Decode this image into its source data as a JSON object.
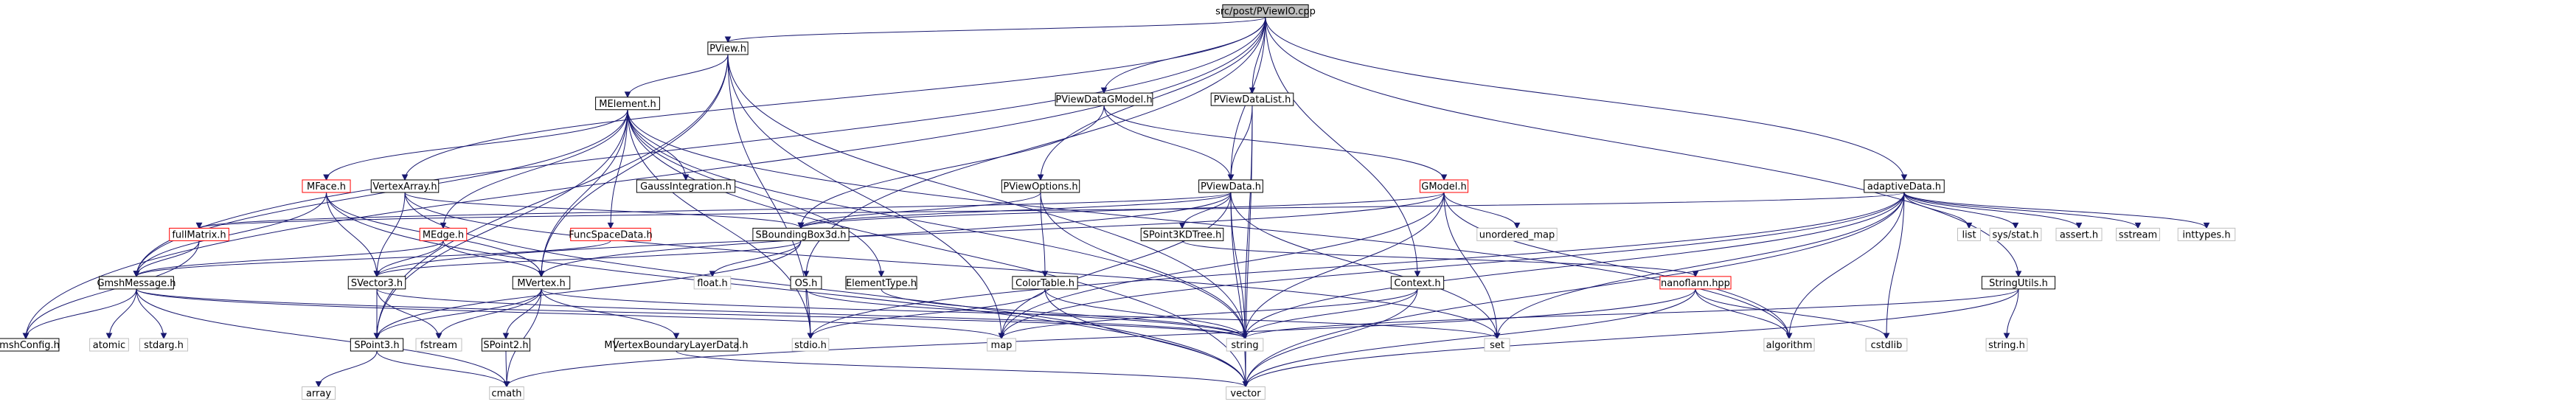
{
  "graph": {
    "colors": {
      "edge": "#191970",
      "root_fill": "#bfbfbf",
      "root_border": "#000000",
      "normal_fill": "#ffffff",
      "normal_border": "#000000",
      "missing_border": "#bfbfbf",
      "red_border": "#ff0000"
    },
    "nodes": [
      {
        "id": "root",
        "label": "src/post/PViewIO.cpp",
        "style": "root"
      },
      {
        "id": "pview",
        "label": "PView.h",
        "style": "normal"
      },
      {
        "id": "pviewgmodel",
        "label": "PViewDataGModel.h",
        "style": "normal"
      },
      {
        "id": "pviewdatalist",
        "label": "PViewDataList.h",
        "style": "normal"
      },
      {
        "id": "adaptivedata",
        "label": "adaptiveData.h",
        "style": "normal"
      },
      {
        "id": "melement",
        "label": "MElement.h",
        "style": "normal"
      },
      {
        "id": "mface",
        "label": "MFace.h",
        "style": "red"
      },
      {
        "id": "vertexarray",
        "label": "VertexArray.h",
        "style": "normal"
      },
      {
        "id": "gaussint",
        "label": "GaussIntegration.h",
        "style": "normal"
      },
      {
        "id": "pviewoptions",
        "label": "PViewOptions.h",
        "style": "normal"
      },
      {
        "id": "pviewdata",
        "label": "PViewData.h",
        "style": "normal"
      },
      {
        "id": "gmodel",
        "label": "GModel.h",
        "style": "red"
      },
      {
        "id": "fullmatrix",
        "label": "fullMatrix.h",
        "style": "red"
      },
      {
        "id": "medge",
        "label": "MEdge.h",
        "style": "red"
      },
      {
        "id": "funcspace",
        "label": "FuncSpaceData.h",
        "style": "red"
      },
      {
        "id": "sbbox",
        "label": "SBoundingBox3d.h",
        "style": "normal"
      },
      {
        "id": "spoint3kd",
        "label": "SPoint3KDTree.h",
        "style": "normal"
      },
      {
        "id": "unordered",
        "label": "unordered_map",
        "style": "missing"
      },
      {
        "id": "list",
        "label": "list",
        "style": "missing"
      },
      {
        "id": "sysstat",
        "label": "sys/stat.h",
        "style": "missing"
      },
      {
        "id": "asserth",
        "label": "assert.h",
        "style": "missing"
      },
      {
        "id": "sstream",
        "label": "sstream",
        "style": "missing"
      },
      {
        "id": "inttypes",
        "label": "inttypes.h",
        "style": "missing"
      },
      {
        "id": "gmshmessage",
        "label": "GmshMessage.h",
        "style": "normal"
      },
      {
        "id": "svector3",
        "label": "SVector3.h",
        "style": "normal"
      },
      {
        "id": "mvertex",
        "label": "MVertex.h",
        "style": "normal"
      },
      {
        "id": "floath",
        "label": "float.h",
        "style": "missing"
      },
      {
        "id": "osh",
        "label": "OS.h",
        "style": "normal"
      },
      {
        "id": "elementtype",
        "label": "ElementType.h",
        "style": "normal"
      },
      {
        "id": "colortable",
        "label": "ColorTable.h",
        "style": "normal"
      },
      {
        "id": "contexth",
        "label": "Context.h",
        "style": "normal"
      },
      {
        "id": "nanoflann",
        "label": "nanoflann.hpp",
        "style": "red"
      },
      {
        "id": "stringutils",
        "label": "StringUtils.h",
        "style": "normal"
      },
      {
        "id": "gmshconfig",
        "label": "GmshConfig.h",
        "style": "normal"
      },
      {
        "id": "atomic",
        "label": "atomic",
        "style": "missing"
      },
      {
        "id": "stdarg",
        "label": "stdarg.h",
        "style": "missing"
      },
      {
        "id": "spoint3",
        "label": "SPoint3.h",
        "style": "normal"
      },
      {
        "id": "fstream",
        "label": "fstream",
        "style": "missing"
      },
      {
        "id": "spoint2",
        "label": "SPoint2.h",
        "style": "normal"
      },
      {
        "id": "mvertexbl",
        "label": "MVertexBoundaryLayerData.h",
        "style": "normal"
      },
      {
        "id": "stdio",
        "label": "stdio.h",
        "style": "missing"
      },
      {
        "id": "mapn",
        "label": "map",
        "style": "missing"
      },
      {
        "id": "stringn",
        "label": "string",
        "style": "missing"
      },
      {
        "id": "setn",
        "label": "set",
        "style": "missing"
      },
      {
        "id": "algorithm",
        "label": "algorithm",
        "style": "missing"
      },
      {
        "id": "cstdlib",
        "label": "cstdlib",
        "style": "missing"
      },
      {
        "id": "stringh",
        "label": "string.h",
        "style": "missing"
      },
      {
        "id": "arrayn",
        "label": "array",
        "style": "missing"
      },
      {
        "id": "cmathn",
        "label": "cmath",
        "style": "missing"
      },
      {
        "id": "vectorn",
        "label": "vector",
        "style": "missing"
      }
    ],
    "edges": [
      [
        "root",
        "pview"
      ],
      [
        "root",
        "pviewgmodel"
      ],
      [
        "root",
        "pviewdatalist"
      ],
      [
        "root",
        "adaptivedata"
      ],
      [
        "root",
        "vertexarray"
      ],
      [
        "root",
        "pviewoptions"
      ],
      [
        "root",
        "pviewdata"
      ],
      [
        "root",
        "gmshmessage"
      ],
      [
        "root",
        "gmshconfig"
      ],
      [
        "root",
        "osh"
      ],
      [
        "root",
        "contexth"
      ],
      [
        "root",
        "stringutils"
      ],
      [
        "pview",
        "melement"
      ],
      [
        "pview",
        "mvertex"
      ],
      [
        "pview",
        "spoint3"
      ],
      [
        "pview",
        "stringn"
      ],
      [
        "pview",
        "mapn"
      ],
      [
        "pview",
        "stdio"
      ],
      [
        "melement",
        "mface"
      ],
      [
        "melement",
        "gaussint"
      ],
      [
        "melement",
        "medge"
      ],
      [
        "melement",
        "funcspace"
      ],
      [
        "melement",
        "mvertex"
      ],
      [
        "melement",
        "gmshmessage"
      ],
      [
        "melement",
        "elementtype"
      ],
      [
        "melement",
        "stringn"
      ],
      [
        "melement",
        "stdio"
      ],
      [
        "melement",
        "algorithm"
      ],
      [
        "melement",
        "vectorn"
      ],
      [
        "melement",
        "spoint3"
      ],
      [
        "mface",
        "gmshmessage"
      ],
      [
        "mface",
        "svector3"
      ],
      [
        "mface",
        "mvertex"
      ],
      [
        "mface",
        "vectorn"
      ],
      [
        "vertexarray",
        "svector3"
      ],
      [
        "vertexarray",
        "sbbox"
      ],
      [
        "vertexarray",
        "setn"
      ],
      [
        "vertexarray",
        "vectorn"
      ],
      [
        "pviewgmodel",
        "pviewdata"
      ],
      [
        "pviewgmodel",
        "gmodel"
      ],
      [
        "pviewgmodel",
        "sbbox"
      ],
      [
        "pviewdatalist",
        "pviewdata"
      ],
      [
        "pviewdatalist",
        "stringn"
      ],
      [
        "pviewdatalist",
        "vectorn"
      ],
      [
        "pviewoptions",
        "colortable"
      ],
      [
        "pviewoptions",
        "sbbox"
      ],
      [
        "pviewoptions",
        "stringn"
      ],
      [
        "pviewdata",
        "spoint3kd"
      ],
      [
        "pviewdata",
        "sbbox"
      ],
      [
        "pviewdata",
        "stringn"
      ],
      [
        "pviewdata",
        "vectorn"
      ],
      [
        "pviewdata",
        "setn"
      ],
      [
        "pviewdata",
        "mapn"
      ],
      [
        "pviewdata",
        "fullmatrix"
      ],
      [
        "pviewdata",
        "mvertex"
      ],
      [
        "gmodel",
        "sbbox"
      ],
      [
        "gmodel",
        "unordered"
      ],
      [
        "gmodel",
        "setn"
      ],
      [
        "gmodel",
        "stringn"
      ],
      [
        "gmodel",
        "algorithm"
      ],
      [
        "gmodel",
        "mapn"
      ],
      [
        "gmodel",
        "svector3"
      ],
      [
        "adaptivedata",
        "list"
      ],
      [
        "adaptivedata",
        "sysstat"
      ],
      [
        "adaptivedata",
        "asserth"
      ],
      [
        "adaptivedata",
        "sstream"
      ],
      [
        "adaptivedata",
        "inttypes"
      ],
      [
        "adaptivedata",
        "fullmatrix"
      ],
      [
        "adaptivedata",
        "setn"
      ],
      [
        "adaptivedata",
        "stringn"
      ],
      [
        "adaptivedata",
        "algorithm"
      ],
      [
        "adaptivedata",
        "cstdlib"
      ],
      [
        "adaptivedata",
        "vectorn"
      ],
      [
        "adaptivedata",
        "stdio"
      ],
      [
        "adaptivedata",
        "mapn"
      ],
      [
        "fullmatrix",
        "gmshmessage"
      ],
      [
        "fullmatrix",
        "gmshconfig"
      ],
      [
        "medge",
        "mvertex"
      ],
      [
        "medge",
        "svector3"
      ],
      [
        "medge",
        "gmshmessage"
      ],
      [
        "funcspace",
        "gmshmessage"
      ],
      [
        "sbbox",
        "floath"
      ],
      [
        "sbbox",
        "spoint3"
      ],
      [
        "sbbox",
        "svector3"
      ],
      [
        "spoint3kd",
        "nanoflann"
      ],
      [
        "gmshmessage",
        "gmshconfig"
      ],
      [
        "gmshmessage",
        "atomic"
      ],
      [
        "gmshmessage",
        "stdarg"
      ],
      [
        "gmshmessage",
        "stringn"
      ],
      [
        "gmshmessage",
        "mapn"
      ],
      [
        "gmshmessage",
        "cmathn"
      ],
      [
        "svector3",
        "spoint3"
      ],
      [
        "svector3",
        "fstream"
      ],
      [
        "svector3",
        "stringn"
      ],
      [
        "mvertex",
        "spoint3"
      ],
      [
        "mvertex",
        "spoint2"
      ],
      [
        "mvertex",
        "mvertexbl"
      ],
      [
        "mvertex",
        "fstream"
      ],
      [
        "mvertex",
        "cmathn"
      ],
      [
        "mvertex",
        "setn"
      ],
      [
        "osh",
        "stdio"
      ],
      [
        "osh",
        "stringn"
      ],
      [
        "colortable",
        "stdio"
      ],
      [
        "colortable",
        "stringn"
      ],
      [
        "colortable",
        "vectorn"
      ],
      [
        "contexth",
        "mapn"
      ],
      [
        "contexth",
        "stringn"
      ],
      [
        "contexth",
        "vectorn"
      ],
      [
        "nanoflann",
        "algorithm"
      ],
      [
        "nanoflann",
        "cstdlib"
      ],
      [
        "nanoflann",
        "vectorn"
      ],
      [
        "nanoflann",
        "cmathn"
      ],
      [
        "stringutils",
        "stringh"
      ],
      [
        "stringutils",
        "stringn"
      ],
      [
        "stringutils",
        "vectorn"
      ],
      [
        "spoint3",
        "arrayn"
      ],
      [
        "spoint3",
        "cmathn"
      ],
      [
        "spoint2",
        "cmathn"
      ],
      [
        "mvertexbl",
        "vectorn"
      ],
      [
        "elementtype",
        "stringn"
      ]
    ]
  }
}
